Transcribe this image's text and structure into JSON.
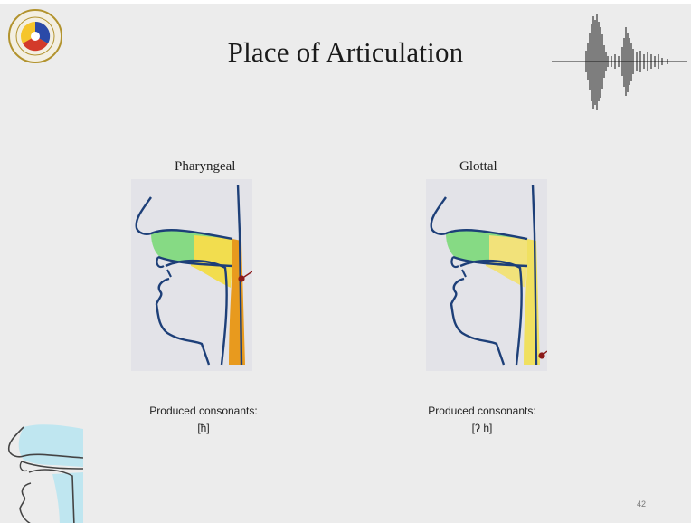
{
  "slide": {
    "title": "Place of Articulation",
    "page_number": "42"
  },
  "panels": [
    {
      "heading": "Pharyngeal",
      "consonants_label": "Produced consonants:",
      "consonants": "[ħ]"
    },
    {
      "heading": "Glottal",
      "consonants_label": "Produced consonants:",
      "consonants": "[ʔ h]"
    }
  ],
  "icons": [
    "institute-logo-icon",
    "speech-waveform-icon",
    "vocal-tract-icon"
  ],
  "colors": {
    "background": "#ececec",
    "tract_outline": "#1d3f78",
    "nasal_cavity": "#7ad67f",
    "oral_cavity": "#f2dd4e",
    "pharyngeal_highlight": "#e89a1e",
    "articulation_marker": "#8b1a1a"
  }
}
